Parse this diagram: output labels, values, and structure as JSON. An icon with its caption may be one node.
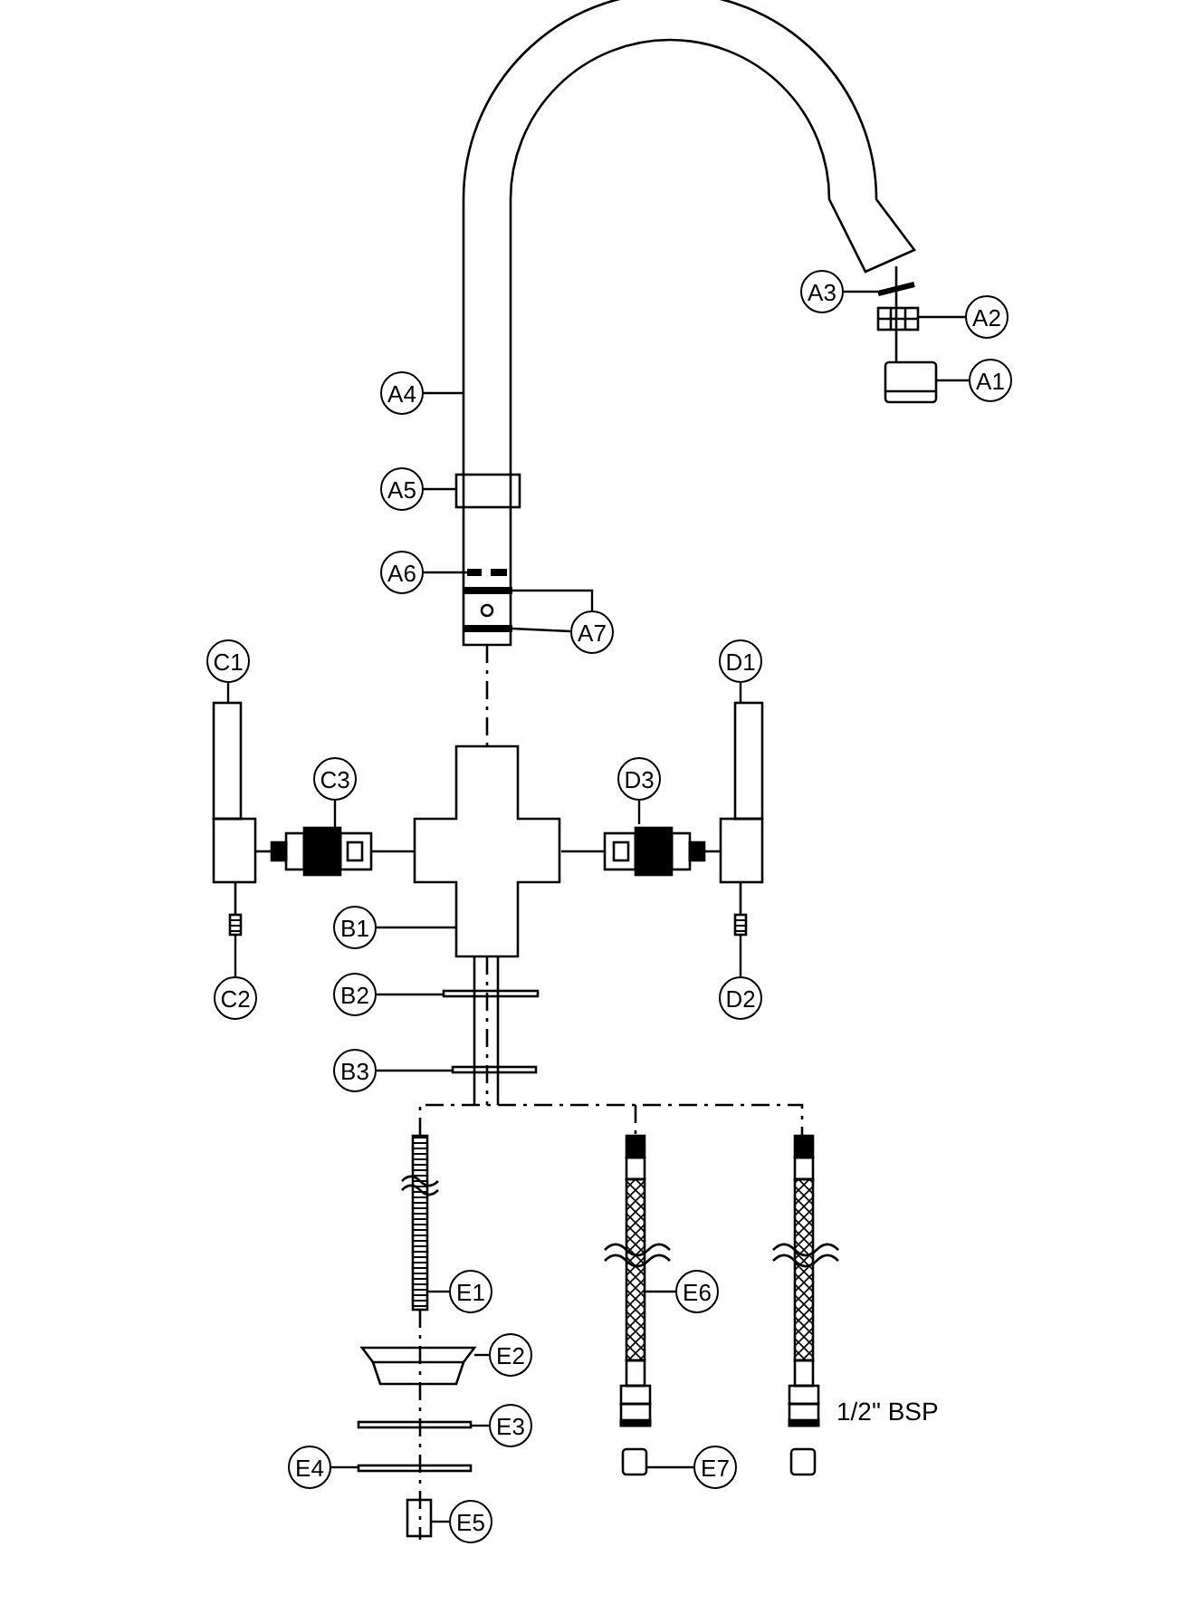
{
  "diagram": {
    "nodes": [
      {
        "text": [
          "A3"
        ]
      },
      {
        "text": [
          "A2"
        ]
      },
      {
        "text": [
          "A1"
        ]
      },
      {
        "text": [
          "A4"
        ]
      },
      {
        "text": [
          "A5"
        ]
      },
      {
        "text": [
          "A6"
        ]
      },
      {
        "text": [
          "A7"
        ]
      },
      {
        "text": [
          "C1"
        ]
      },
      {
        "text": [
          "D1"
        ]
      },
      {
        "text": [
          "C3"
        ]
      },
      {
        "text": [
          "D3"
        ]
      },
      {
        "text": [
          "B1"
        ]
      },
      {
        "text": [
          "C2"
        ]
      },
      {
        "text": [
          "D2"
        ]
      },
      {
        "text": [
          "B2"
        ]
      },
      {
        "text": [
          "B3"
        ]
      },
      {
        "text": [
          "E1"
        ]
      },
      {
        "text": [
          "E6"
        ]
      },
      {
        "text": [
          "E2"
        ]
      },
      {
        "text": [
          "E3"
        ]
      },
      {
        "text": [
          "E4"
        ]
      },
      {
        "text": [
          "E7"
        ]
      },
      {
        "text": [
          "E5"
        ]
      },
      {
        "text": [],
        "shape": "picture"
      },
      {
        "text": [],
        "shape": "picture"
      },
      {
        "text": [],
        "shape": "picture"
      },
      {
        "text": [],
        "shape": "picture"
      },
      {
        "text": [],
        "shape": "picture"
      },
      {
        "text": [],
        "shape": "picture"
      }
    ],
    "edges": [
      {
        "from": 0,
        "to": 28,
        "arrow": "none"
      },
      {
        "from": 1,
        "to": 23,
        "arrow": "none"
      },
      {
        "from": 2,
        "to": null,
        "arrow": "none"
      },
      {
        "from": 3,
        "to": null,
        "arrow": "none"
      },
      {
        "from": 4,
        "to": null,
        "arrow": "none"
      },
      {
        "from": 5,
        "to": null,
        "arrow": "none"
      },
      {
        "from": 6,
        "to": null,
        "arrow": "none"
      },
      {
        "from": 6,
        "to": null,
        "arrow": "none"
      },
      {
        "from": 7,
        "to": null,
        "arrow": "none"
      },
      {
        "from": 8,
        "to": null,
        "arrow": "none"
      },
      {
        "from": 9,
        "to": null,
        "arrow": "none"
      },
      {
        "from": 10,
        "to": null,
        "arrow": "none"
      },
      {
        "from": 11,
        "to": null,
        "arrow": "none"
      },
      {
        "from": 12,
        "to": 24,
        "arrow": "none"
      },
      {
        "from": 13,
        "to": 25,
        "arrow": "none"
      },
      {
        "from": 14,
        "to": null,
        "arrow": "none"
      },
      {
        "from": 15,
        "to": null,
        "arrow": "none"
      },
      {
        "from": 16,
        "to": null,
        "arrow": "none"
      },
      {
        "from": 17,
        "to": null,
        "arrow": "none"
      },
      {
        "from": 18,
        "to": null,
        "arrow": "none"
      },
      {
        "from": 19,
        "to": null,
        "arrow": "none"
      },
      {
        "from": 20,
        "to": null,
        "arrow": "none"
      },
      {
        "from": 21,
        "to": 26,
        "arrow": "none"
      },
      {
        "from": 22,
        "to": 27,
        "arrow": "none"
      }
    ],
    "labels": [
      "1/2\" BSP"
    ]
  }
}
